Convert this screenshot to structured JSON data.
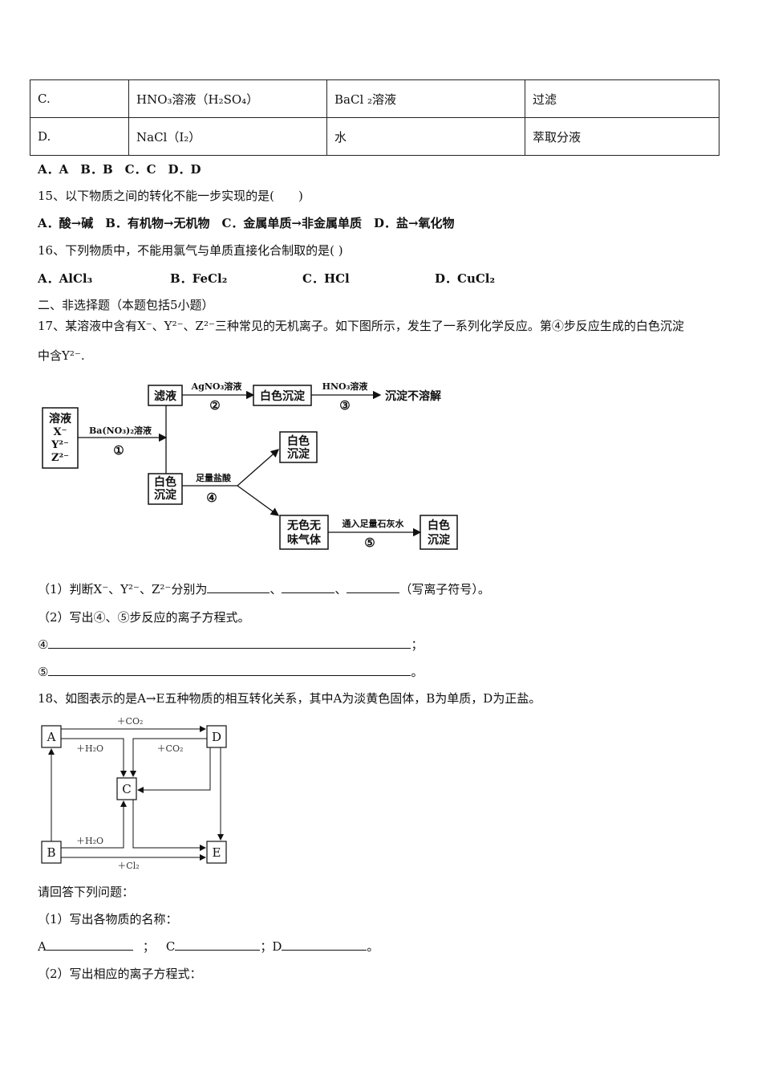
{
  "table": {
    "rows": [
      [
        "C.",
        "HNO₃溶液（H₂SO₄）",
        "BaCl ₂溶液",
        "过滤"
      ],
      [
        "D.",
        "NaCl（I₂）",
        "水",
        "萃取分液"
      ]
    ]
  },
  "q14_options": "A．A　B．B　C．C　D．D",
  "q15": {
    "stem": "15、以下物质之间的转化不能一步实现的是(　　)",
    "options": "A．酸→碱　B．有机物→无机物　C．金属单质→非金属单质　D．盐→氧化物"
  },
  "q16": {
    "stem": "16、下列物质中，不能用氯气与单质直接化合制取的是( )",
    "options": [
      "A．AlCl₃",
      "B．FeCl₂",
      "C．HCl",
      "D．CuCl₂"
    ]
  },
  "section2": "二、非选择题（本题包括5小题）",
  "q17": {
    "stem_line1": "17、某溶液中含有X⁻、Y²⁻、Z²⁻三种常见的无机离子。如下图所示，发生了一系列化学反应。第④步反应生成的白色沉淀",
    "stem_line2": "中含Y²⁻.",
    "diagram": {
      "solution_box": [
        "溶液",
        "X⁻",
        "Y²⁻",
        "Z²⁻"
      ],
      "filtrate": "滤液",
      "white_ppt": "白色沉淀",
      "ppt_insoluble": "沉淀不溶解",
      "white_ppt_2": [
        "白色",
        "沉淀"
      ],
      "white_ppt_3": [
        "白色",
        "沉淀"
      ],
      "gas": [
        "无色无",
        "味气体"
      ],
      "white_ppt_4": [
        "白色",
        "沉淀"
      ],
      "reagent_1": "Ba(NO₃)₂溶液",
      "step_1": "①",
      "reagent_2": "AgNO₃溶液",
      "step_2": "②",
      "reagent_3": "HNO₃溶液",
      "step_3": "③",
      "reagent_4": "足量盐酸",
      "step_4": "④",
      "reagent_5": "通入足量石灰水",
      "step_5": "⑤"
    },
    "sub1_prefix": "（1）判断X⁻、Y²⁻、Z²⁻分别为",
    "sub1_sep1": "、",
    "sub1_sep2": "、",
    "sub1_suffix": "（写离子符号）。",
    "sub2": "（2）写出④、⑤步反应的离子方程式。",
    "line4_label": "④",
    "line4_end": "；",
    "line5_label": "⑤",
    "line5_end": "。"
  },
  "q18": {
    "stem": "18、如图表示的是A→E五种物质的相互转化关系，其中A为淡黄色固体，B为单质，D为正盐。",
    "diagram": {
      "nodes": [
        "A",
        "B",
        "C",
        "D",
        "E"
      ],
      "label_a_d": "＋CO₂",
      "label_a_c": "＋H₂O",
      "label_c_d": "＋CO₂",
      "label_b_c": "＋H₂O",
      "label_b_e": "＋Cl₂"
    },
    "prompt": "请回答下列问题：",
    "sub1": "（1）写出各物质的名称：",
    "name_a": "A",
    "sep1": "；",
    "name_c": "C",
    "sep2": "；",
    "name_d": "D",
    "end": "。",
    "sub2": "（2）写出相应的离子方程式："
  }
}
